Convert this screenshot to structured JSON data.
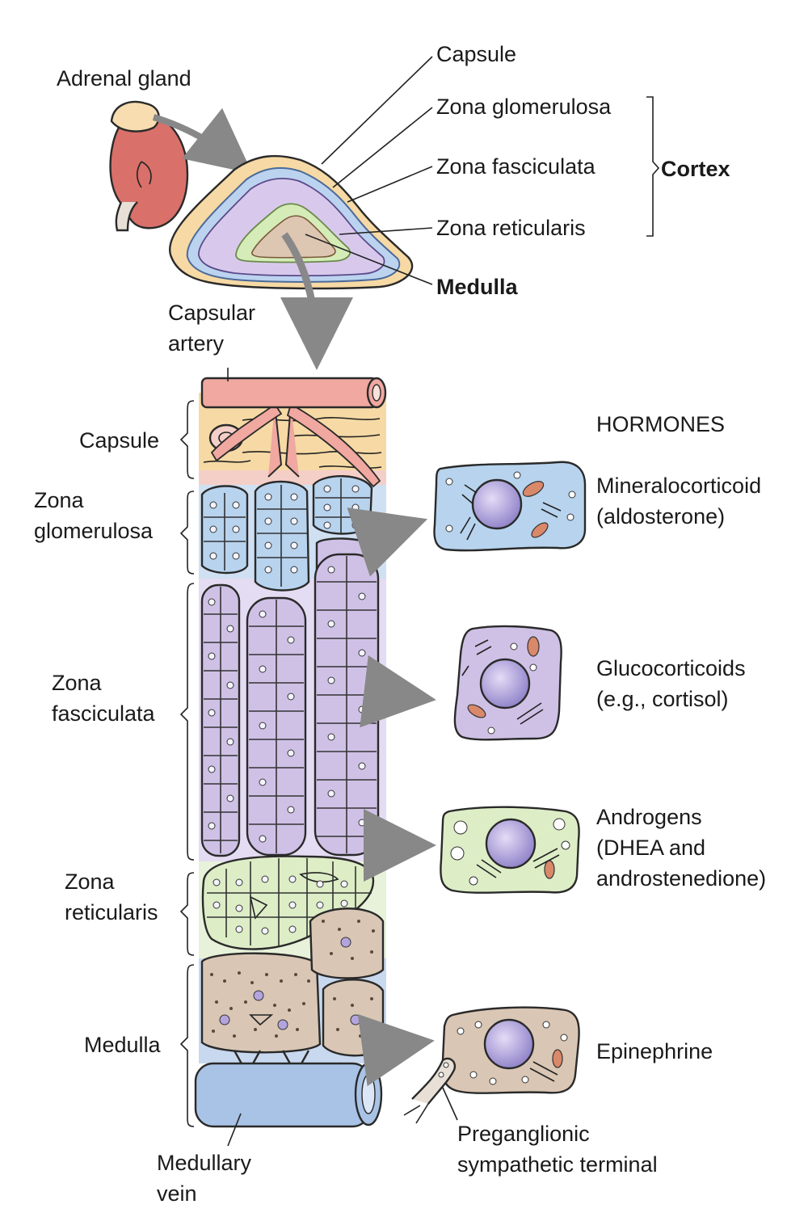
{
  "top": {
    "adrenal_gland": "Adrenal gland",
    "capsule": "Capsule",
    "zona_glomerulosa": "Zona glomerulosa",
    "zona_fasciculata": "Zona fasciculata",
    "zona_reticularis": "Zona reticularis",
    "cortex": "Cortex",
    "medulla": "Medulla"
  },
  "column": {
    "capsular_artery": [
      "Capsular",
      "artery"
    ],
    "capsule": "Capsule",
    "zona_glomerulosa": [
      "Zona",
      "glomerulosa"
    ],
    "zona_fasciculata": [
      "Zona",
      "fasciculata"
    ],
    "zona_reticularis": [
      "Zona",
      "reticularis"
    ],
    "medulla": "Medulla",
    "medullary_vein": [
      "Medullary",
      "vein"
    ]
  },
  "hormones": {
    "heading": "HORMONES",
    "mineralocorticoid": [
      "Mineralocorticoid",
      "(aldosterone)"
    ],
    "glucocorticoids": [
      "Glucocorticoids",
      "(e.g., cortisol)"
    ],
    "androgens": [
      "Androgens",
      "(DHEA and",
      "androstenedione)"
    ],
    "epinephrine": "Epinephrine",
    "preganglionic": [
      "Preganglionic",
      "sympathetic terminal"
    ]
  },
  "colors": {
    "capsule_tan": "#f6d9a4",
    "artery_pink": "#f0a8a0",
    "glomerulosa_blue": "#b7d3ee",
    "fasciculata_purple": "#cfc1e6",
    "reticularis_green": "#ddedc6",
    "medulla_brown": "#d9c6b4",
    "vein_blue": "#a9c3e6",
    "kidney_red": "#d9706a",
    "nucleus_purple": "#a89ad8"
  }
}
